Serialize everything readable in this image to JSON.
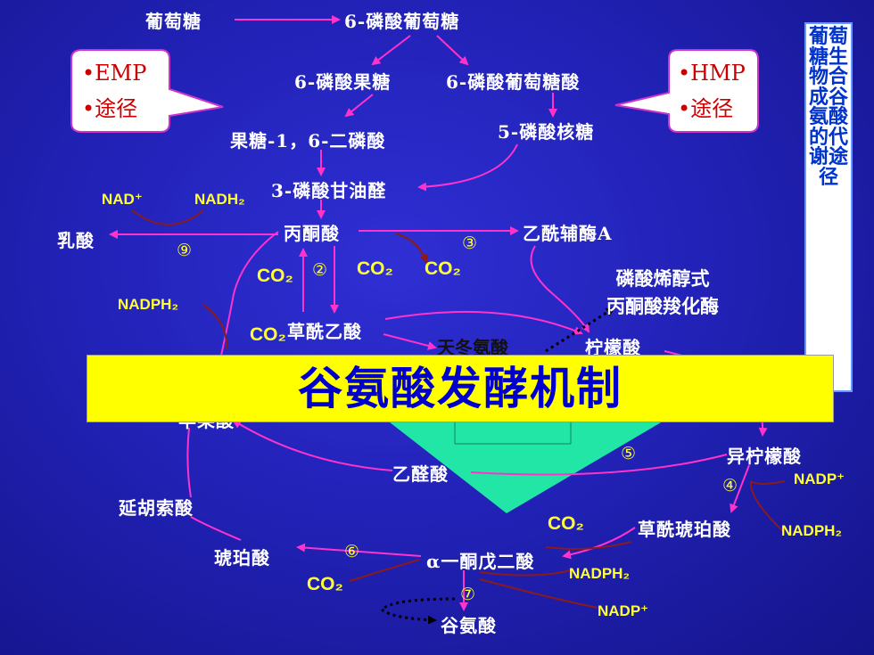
{
  "title": "谷氨酸发酵机制",
  "side_title": "葡萄糖生物合成谷氨酸的代谢途径",
  "callouts": {
    "emp": [
      "•EMP",
      "•途径"
    ],
    "hmp": [
      "•HMP",
      "•途径"
    ]
  },
  "metabolites": {
    "glucose": "葡萄糖",
    "g6p": "6-磷酸葡萄糖",
    "f6p": "6-磷酸果糖",
    "gluconate6p": "6-磷酸葡萄糖酸",
    "fbp": "果糖-1，6-二磷酸",
    "ribose5p": "5-磷酸核糖",
    "g3p": "3-磷酸甘油醛",
    "pyruvate": "丙酮酸",
    "lactate": "乳酸",
    "acetylcoa": "乙酰辅酶A",
    "oaa": "草酰乙酸",
    "asp": "天冬氨酸",
    "citrate": "柠檬酸",
    "malate": "苹果酸",
    "glyoxylate": "乙醛酸",
    "isocitrate": "异柠檬酸",
    "fumarate": "延胡索酸",
    "oxalosuccinate": "草酰琥珀酸",
    "succinate": "琥珀酸",
    "akg": "α一酮戊二酸",
    "glu": "谷氨酸"
  },
  "enzyme": [
    "磷酸烯醇式",
    "丙酮酸羧化酶"
  ],
  "cofactors": {
    "nad": "NAD⁺",
    "nadh2": "NADH₂",
    "nadph2_left": "NADPH₂",
    "nadp_right": "NADP⁺",
    "nadph2_right": "NADPH₂",
    "nadph2_bottom": "NADPH₂",
    "nadp_bottom": "NADP⁺"
  },
  "co2": [
    "CO₂",
    "CO₂",
    "CO₂",
    "CO₂",
    "CO₂",
    "CO₂"
  ],
  "steps": [
    "⑨",
    "②",
    "③",
    "④",
    "⑤",
    "⑥",
    "⑦"
  ]
}
